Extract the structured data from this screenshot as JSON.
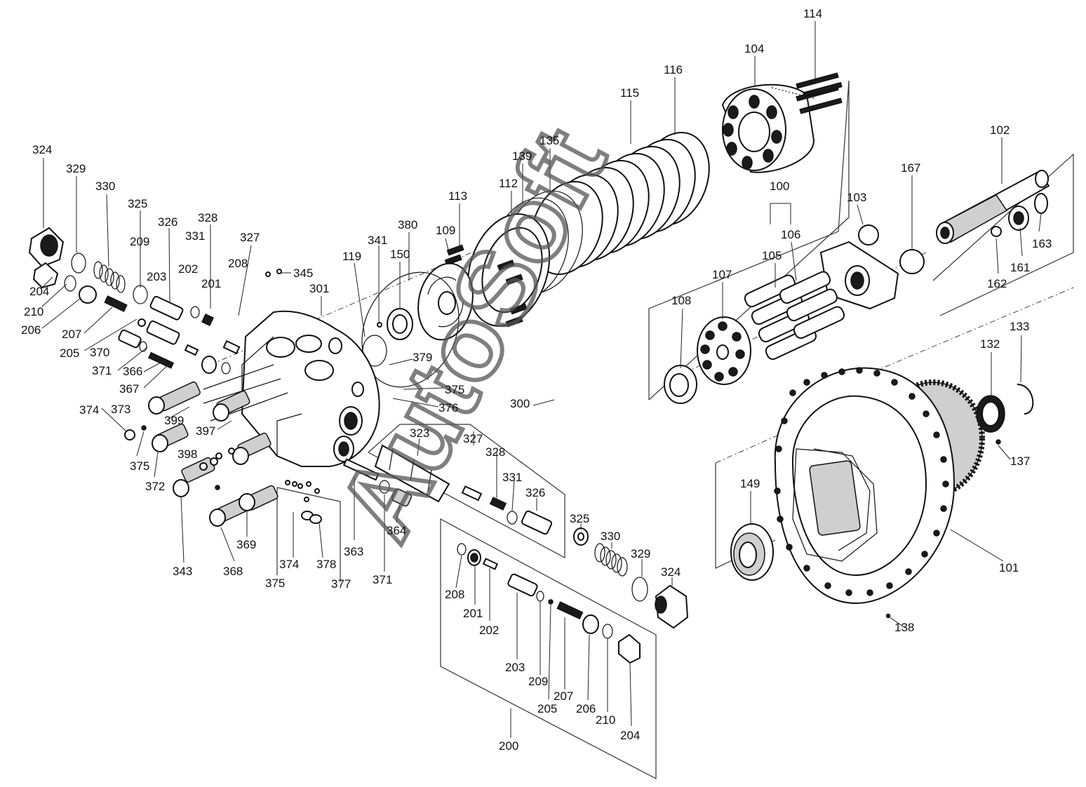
{
  "watermark": "AutoSoft",
  "callouts": [
    {
      "id": "c114",
      "text": "114"
    },
    {
      "id": "c104",
      "text": "104"
    },
    {
      "id": "c116",
      "text": "116"
    },
    {
      "id": "c115",
      "text": "115"
    },
    {
      "id": "c102",
      "text": "102"
    },
    {
      "id": "c135",
      "text": "135"
    },
    {
      "id": "c139",
      "text": "139"
    },
    {
      "id": "c167",
      "text": "167"
    },
    {
      "id": "c113",
      "text": "113"
    },
    {
      "id": "c112",
      "text": "112"
    },
    {
      "id": "c100",
      "text": "100"
    },
    {
      "id": "c103",
      "text": "103"
    },
    {
      "id": "c380",
      "text": "380"
    },
    {
      "id": "c109",
      "text": "109"
    },
    {
      "id": "c105",
      "text": "105"
    },
    {
      "id": "c106",
      "text": "106"
    },
    {
      "id": "c163",
      "text": "163"
    },
    {
      "id": "c161",
      "text": "161"
    },
    {
      "id": "c341",
      "text": "341"
    },
    {
      "id": "c150",
      "text": "150"
    },
    {
      "id": "c119",
      "text": "119"
    },
    {
      "id": "c107",
      "text": "107"
    },
    {
      "id": "c162",
      "text": "162"
    },
    {
      "id": "c108",
      "text": "108"
    },
    {
      "id": "c133",
      "text": "133"
    },
    {
      "id": "c132",
      "text": "132"
    },
    {
      "id": "c379",
      "text": "379"
    },
    {
      "id": "c375a",
      "text": "375"
    },
    {
      "id": "c376",
      "text": "376"
    },
    {
      "id": "c300",
      "text": "300"
    },
    {
      "id": "c137",
      "text": "137"
    },
    {
      "id": "c324a",
      "text": "324"
    },
    {
      "id": "c329a",
      "text": "329"
    },
    {
      "id": "c330a",
      "text": "330"
    },
    {
      "id": "c325a",
      "text": "325"
    },
    {
      "id": "c209a",
      "text": "209"
    },
    {
      "id": "c326a",
      "text": "326"
    },
    {
      "id": "c331a",
      "text": "331"
    },
    {
      "id": "c328a",
      "text": "328"
    },
    {
      "id": "c327a",
      "text": "327"
    },
    {
      "id": "c203a",
      "text": "203"
    },
    {
      "id": "c202a",
      "text": "202"
    },
    {
      "id": "c201a",
      "text": "201"
    },
    {
      "id": "c208a",
      "text": "208"
    },
    {
      "id": "c345",
      "text": "345"
    },
    {
      "id": "c301",
      "text": "301"
    },
    {
      "id": "c204a",
      "text": "204"
    },
    {
      "id": "c210a",
      "text": "210"
    },
    {
      "id": "c206a",
      "text": "206"
    },
    {
      "id": "c207a",
      "text": "207"
    },
    {
      "id": "c205a",
      "text": "205"
    },
    {
      "id": "c370",
      "text": "370"
    },
    {
      "id": "c371a",
      "text": "371"
    },
    {
      "id": "c366",
      "text": "366"
    },
    {
      "id": "c367",
      "text": "367"
    },
    {
      "id": "c374a",
      "text": "374"
    },
    {
      "id": "c373",
      "text": "373"
    },
    {
      "id": "c399",
      "text": "399"
    },
    {
      "id": "c397",
      "text": "397"
    },
    {
      "id": "c398",
      "text": "398"
    },
    {
      "id": "c375b",
      "text": "375"
    },
    {
      "id": "c372",
      "text": "372"
    },
    {
      "id": "c323",
      "text": "323"
    },
    {
      "id": "c327b",
      "text": "327"
    },
    {
      "id": "c328b",
      "text": "328"
    },
    {
      "id": "c331b",
      "text": "331"
    },
    {
      "id": "c326b",
      "text": "326"
    },
    {
      "id": "c149",
      "text": "149"
    },
    {
      "id": "c101",
      "text": "101"
    },
    {
      "id": "c364",
      "text": "364"
    },
    {
      "id": "c363",
      "text": "363"
    },
    {
      "id": "c325b",
      "text": "325"
    },
    {
      "id": "c330b",
      "text": "330"
    },
    {
      "id": "c329b",
      "text": "329"
    },
    {
      "id": "c324b",
      "text": "324"
    },
    {
      "id": "c343",
      "text": "343"
    },
    {
      "id": "c369",
      "text": "369"
    },
    {
      "id": "c374b",
      "text": "374"
    },
    {
      "id": "c378",
      "text": "378"
    },
    {
      "id": "c368",
      "text": "368"
    },
    {
      "id": "c375c",
      "text": "375"
    },
    {
      "id": "c377",
      "text": "377"
    },
    {
      "id": "c371b",
      "text": "371"
    },
    {
      "id": "c208b",
      "text": "208"
    },
    {
      "id": "c201b",
      "text": "201"
    },
    {
      "id": "c202b",
      "text": "202"
    },
    {
      "id": "c138",
      "text": "138"
    },
    {
      "id": "c203b",
      "text": "203"
    },
    {
      "id": "c209b",
      "text": "209"
    },
    {
      "id": "c207b",
      "text": "207"
    },
    {
      "id": "c205b",
      "text": "205"
    },
    {
      "id": "c206b",
      "text": "206"
    },
    {
      "id": "c210b",
      "text": "210"
    },
    {
      "id": "c204b",
      "text": "204"
    },
    {
      "id": "c200",
      "text": "200"
    }
  ]
}
